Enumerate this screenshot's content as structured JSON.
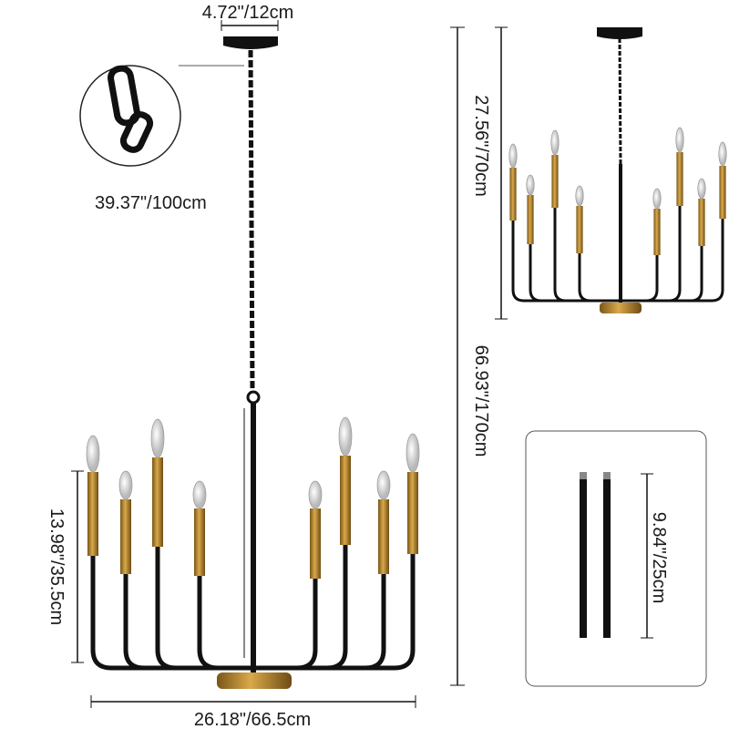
{
  "dimensions": {
    "canopy_width": "4.72\"/12cm",
    "chain_length": "39.37\"/100cm",
    "small_view_height": "27.56\"/70cm",
    "total_height": "66.93\"/170cm",
    "body_height": "13.98\"/35.5cm",
    "body_width": "26.18\"/66.5cm",
    "rod_length": "9.84\"/25cm"
  },
  "colors": {
    "metal": "#111111",
    "brass": "#b8862f",
    "bulb": "#e8e8e8"
  }
}
